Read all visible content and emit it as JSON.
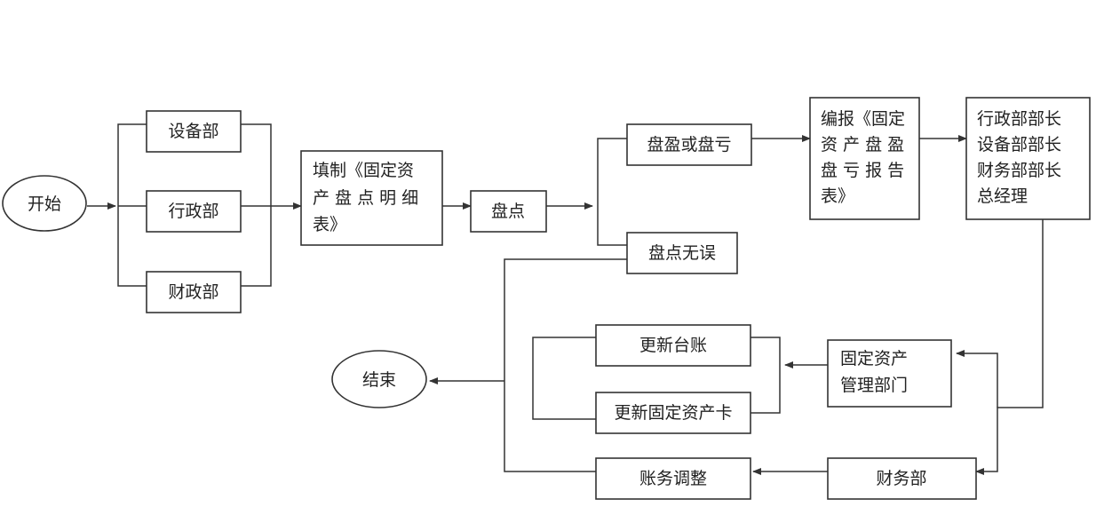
{
  "diagram": {
    "start": "开始",
    "end": "结束",
    "departments": {
      "equipment": "设备部",
      "admin": "行政部",
      "finance_dept": "财政部"
    },
    "fill_detail": [
      "填制《固定资",
      "产 盘 点 明 细",
      "表》"
    ],
    "inventory": "盘点",
    "surplus_or_loss": "盘盈或盘亏",
    "no_error": "盘点无误",
    "report": [
      "编报《固定",
      "资 产 盘 盈",
      "盘 亏 报 告",
      "表》"
    ],
    "approvers": [
      "行政部部长",
      "设备部部长",
      "财务部部长",
      "总经理"
    ],
    "asset_mgmt": [
      "固定资产",
      "管理部门"
    ],
    "finance": "财务部",
    "update_ledger": "更新台账",
    "update_card": "更新固定资产卡",
    "account_adjust": "账务调整"
  }
}
